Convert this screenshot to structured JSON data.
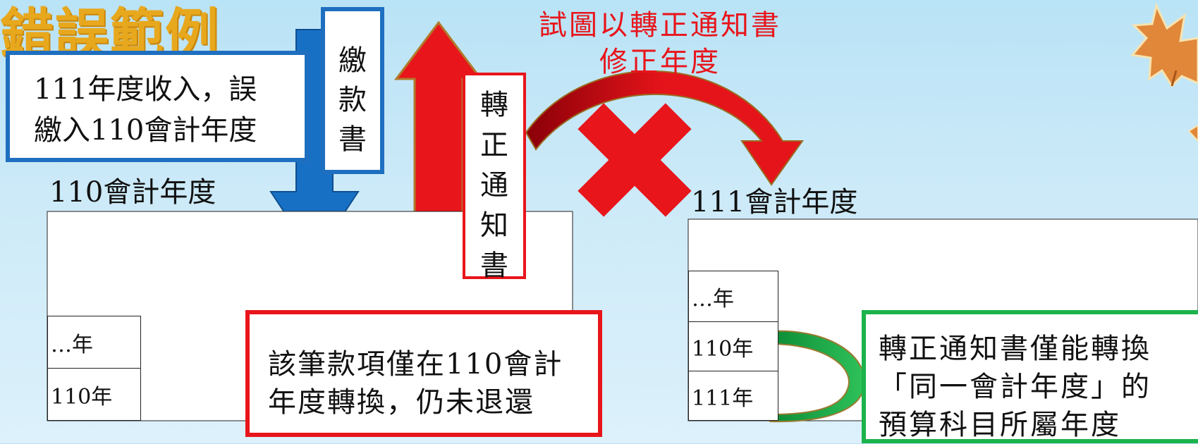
{
  "title": "錯誤範例",
  "payer_box": {
    "lines": [
      "111年度收入，誤",
      "繳入110會計年度"
    ]
  },
  "payment_slip": {
    "chars": [
      "繳",
      "款",
      "書"
    ]
  },
  "transfer_notice": {
    "chars": [
      "轉",
      "正",
      "通",
      "知",
      "書"
    ]
  },
  "left_year_label": "110會計年度",
  "right_year_label": "111會計年度",
  "left_ledger": {
    "rows": [
      "…年",
      "110年"
    ]
  },
  "right_ledger": {
    "rows": [
      "…年",
      "110年",
      "111年"
    ]
  },
  "caption": {
    "lines": [
      "試圖以轉正通知書",
      "修正年度"
    ]
  },
  "note_red": {
    "lines": [
      "該筆款項僅在110會計",
      "年度轉換，仍未退還"
    ]
  },
  "note_green": {
    "lines": [
      "轉正通知書僅能轉換",
      "「同一會計年度」的",
      "預算科目所屬年度"
    ]
  },
  "colors": {
    "title": "#e8a81e",
    "blue": "#1f6fc0",
    "red": "#e8151b",
    "green": "#1bb34a"
  },
  "icons": [
    "maple-leaf-icon",
    "cross-mark-icon"
  ]
}
